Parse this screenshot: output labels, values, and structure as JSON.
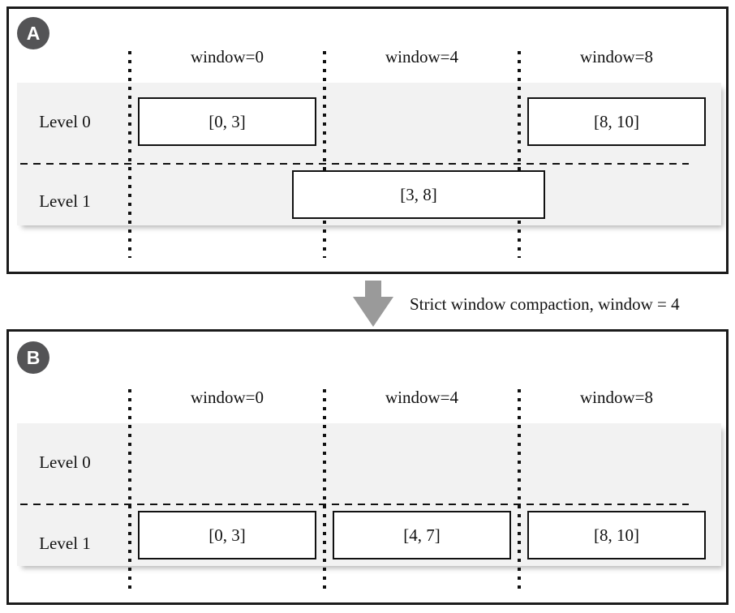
{
  "figure": {
    "arrow_label": "Strict window compaction, window = 4"
  },
  "colors": {
    "badge_background": "#545456",
    "badge_text": "#ffffff",
    "level_band": "#f2f2f2",
    "arrow": "#9a9a9a",
    "line": "#111111",
    "background": "#ffffff"
  },
  "panel_a": {
    "badge": "A",
    "headers": [
      "window=0",
      "window=4",
      "window=8"
    ],
    "rows": [
      "Level 0",
      "Level 1"
    ],
    "level0_boxes": [
      "[0, 3]",
      "[8, 10]"
    ],
    "level1_boxes": [
      "[3, 8]"
    ]
  },
  "panel_b": {
    "badge": "B",
    "headers": [
      "window=0",
      "window=4",
      "window=8"
    ],
    "rows": [
      "Level 0",
      "Level 1"
    ],
    "level0_boxes": [],
    "level1_boxes": [
      "[0, 3]",
      "[4, 7]",
      "[8, 10]"
    ]
  }
}
